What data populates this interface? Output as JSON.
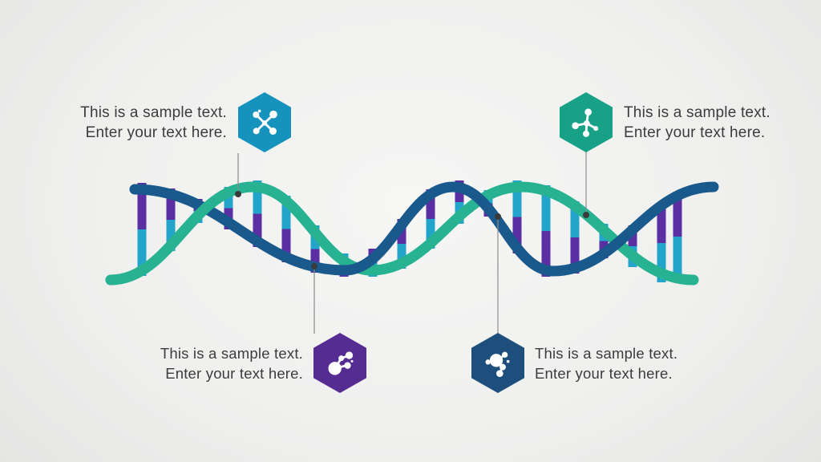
{
  "slide": {
    "background": {
      "center_color": "#f6f6f5",
      "edge_color": "#c6c6c9"
    },
    "text_color": "#3c3c3c",
    "icon_color": "#ffffff",
    "connector_color": "#8c8c8c",
    "dot_color": "#3a3a3a",
    "callouts": [
      {
        "position": "top-left",
        "hex_color": "#1593bd",
        "icon": "molecule-x-icon",
        "line1": "This is a sample text.",
        "line2": "Enter your text here."
      },
      {
        "position": "top-right",
        "hex_color": "#17a287",
        "icon": "molecule-branch-icon",
        "line1": "This is a sample text.",
        "line2": "Enter your text here."
      },
      {
        "position": "bottom-left",
        "hex_color": "#552c92",
        "icon": "molecule-cluster-icon",
        "line1": "This is a sample text.",
        "line2": "Enter your text here."
      },
      {
        "position": "bottom-right",
        "hex_color": "#1d4e7c",
        "icon": "molecule-burst-icon",
        "line1": "This is a sample text.",
        "line2": "Enter your text here."
      }
    ],
    "dna": {
      "strand_green": "#27b391",
      "strand_blue": "#1a598c",
      "rung_cyan": "#23a5cb",
      "rung_purple": "#5a2fa3"
    }
  }
}
